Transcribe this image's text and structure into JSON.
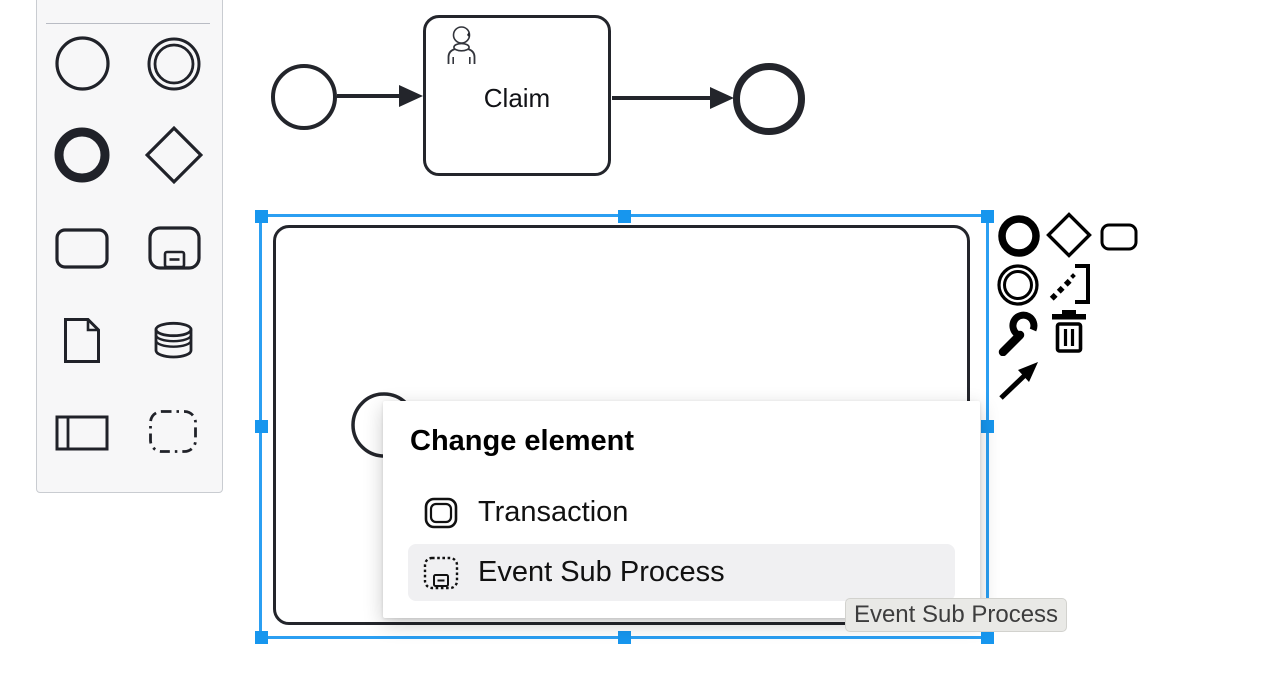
{
  "app": {
    "name": "bpmn-diagram-editor"
  },
  "colors": {
    "selection_line": "#2b9ff2",
    "selection_handle": "#1796ee",
    "shape_stroke": "#23252b",
    "palette_bg": "#f7f7f8",
    "palette_border": "#c9ccd1",
    "popup_highlight": "#f0f0f2",
    "tooltip_bg": "#e9e9e6"
  },
  "palette": {
    "items": [
      {
        "icon": "start-event-icon"
      },
      {
        "icon": "intermediate-event-icon"
      },
      {
        "icon": "end-event-icon"
      },
      {
        "icon": "gateway-icon"
      },
      {
        "icon": "task-icon"
      },
      {
        "icon": "subprocess-icon"
      },
      {
        "icon": "data-object-icon"
      },
      {
        "icon": "data-store-icon"
      },
      {
        "icon": "participant-icon"
      },
      {
        "icon": "group-icon"
      }
    ]
  },
  "diagram": {
    "task_label": "Claim",
    "elements": [
      "start-event",
      "user-task",
      "end-event",
      "subprocess-expanded",
      "nested-start-event"
    ]
  },
  "context_pad": {
    "items": [
      {
        "icon": "append-end-event-icon"
      },
      {
        "icon": "append-gateway-icon"
      },
      {
        "icon": "append-task-icon"
      },
      {
        "icon": "append-intermediate-event-icon"
      },
      {
        "icon": "append-text-annotation-icon"
      },
      {
        "icon": "wrench-icon"
      },
      {
        "icon": "trash-icon"
      },
      {
        "icon": "connect-arrow-icon"
      }
    ]
  },
  "popup": {
    "title": "Change element",
    "items": [
      {
        "label": "Transaction",
        "icon": "transaction-icon",
        "selected": false
      },
      {
        "label": "Event Sub Process",
        "icon": "event-subprocess-icon",
        "selected": true
      }
    ]
  },
  "tooltip": {
    "text": "Event Sub Process"
  }
}
